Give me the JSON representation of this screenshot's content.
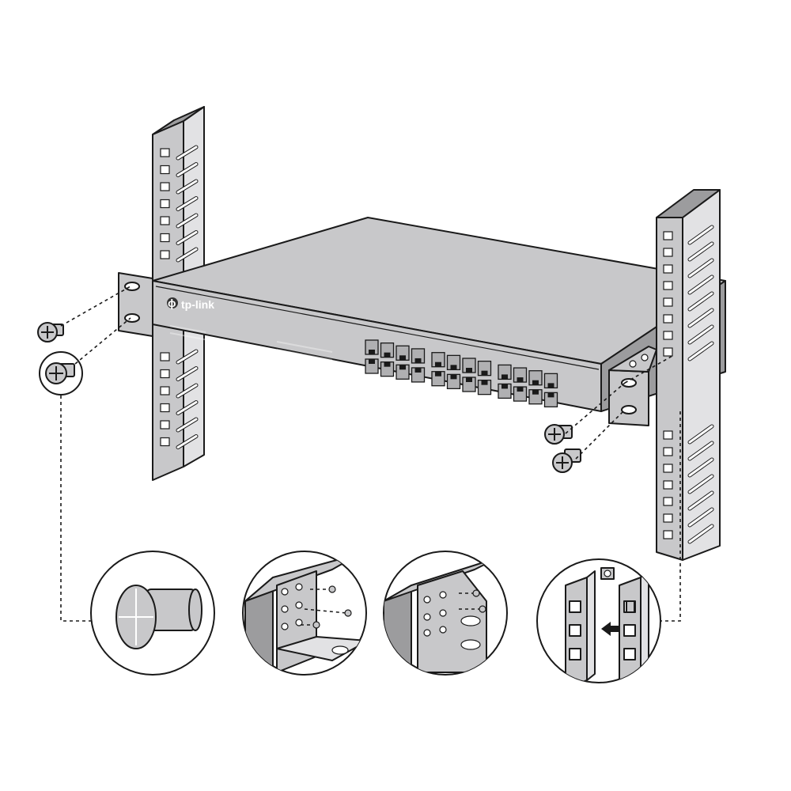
{
  "brand": {
    "logo_text": "tp-link"
  },
  "switch": {
    "port_count": 24
  },
  "colors": {
    "metal": "#c8c8ca",
    "dark_metal": "#9c9c9e",
    "line": "#1a1a1a",
    "background": "#ffffff"
  },
  "detail_views": [
    {
      "name": "screw-closeup"
    },
    {
      "name": "bracket-screws-left"
    },
    {
      "name": "bracket-screws-right"
    },
    {
      "name": "cage-nut-insertion"
    }
  ]
}
